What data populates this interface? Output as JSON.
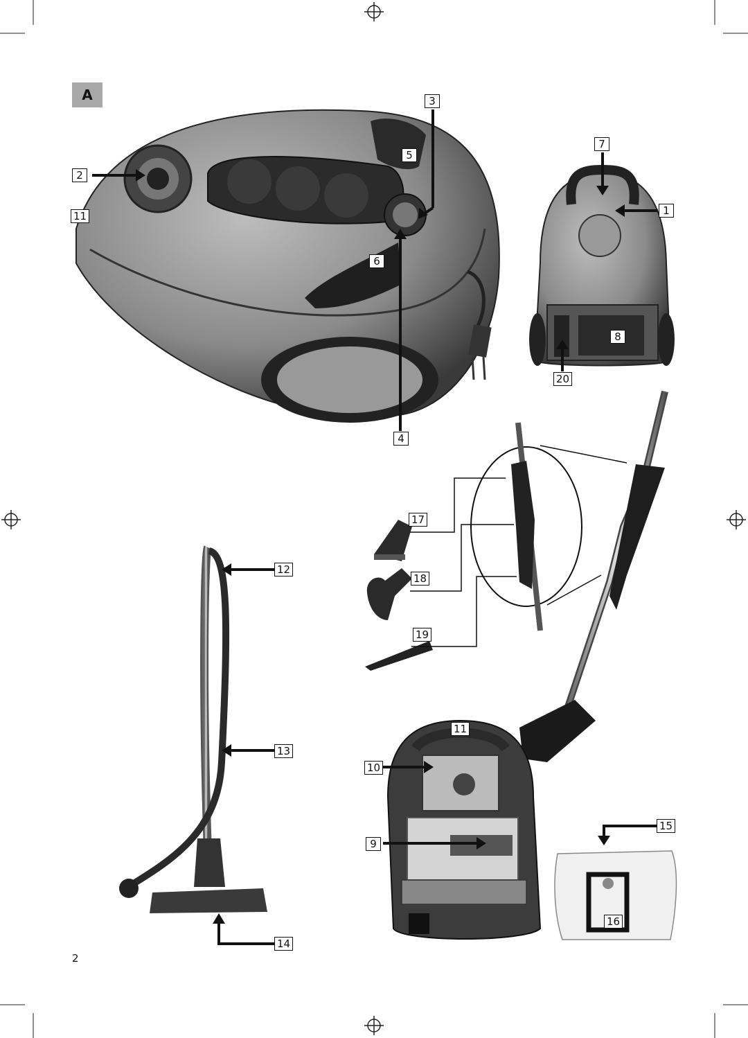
{
  "section_label": "A",
  "page_number": "2",
  "callouts": {
    "c1": "1",
    "c2": "2",
    "c3": "3",
    "c4": "4",
    "c5": "5",
    "c6": "6",
    "c7": "7",
    "c8": "8",
    "c9": "9",
    "c10": "10",
    "c11a": "11",
    "c11b": "11",
    "c12": "12",
    "c13": "13",
    "c14": "14",
    "c15": "15",
    "c16": "16",
    "c17": "17",
    "c18": "18",
    "c19": "19",
    "c20": "20"
  },
  "icons": [
    "registration-mark-icon",
    "crop-mark-icon"
  ]
}
